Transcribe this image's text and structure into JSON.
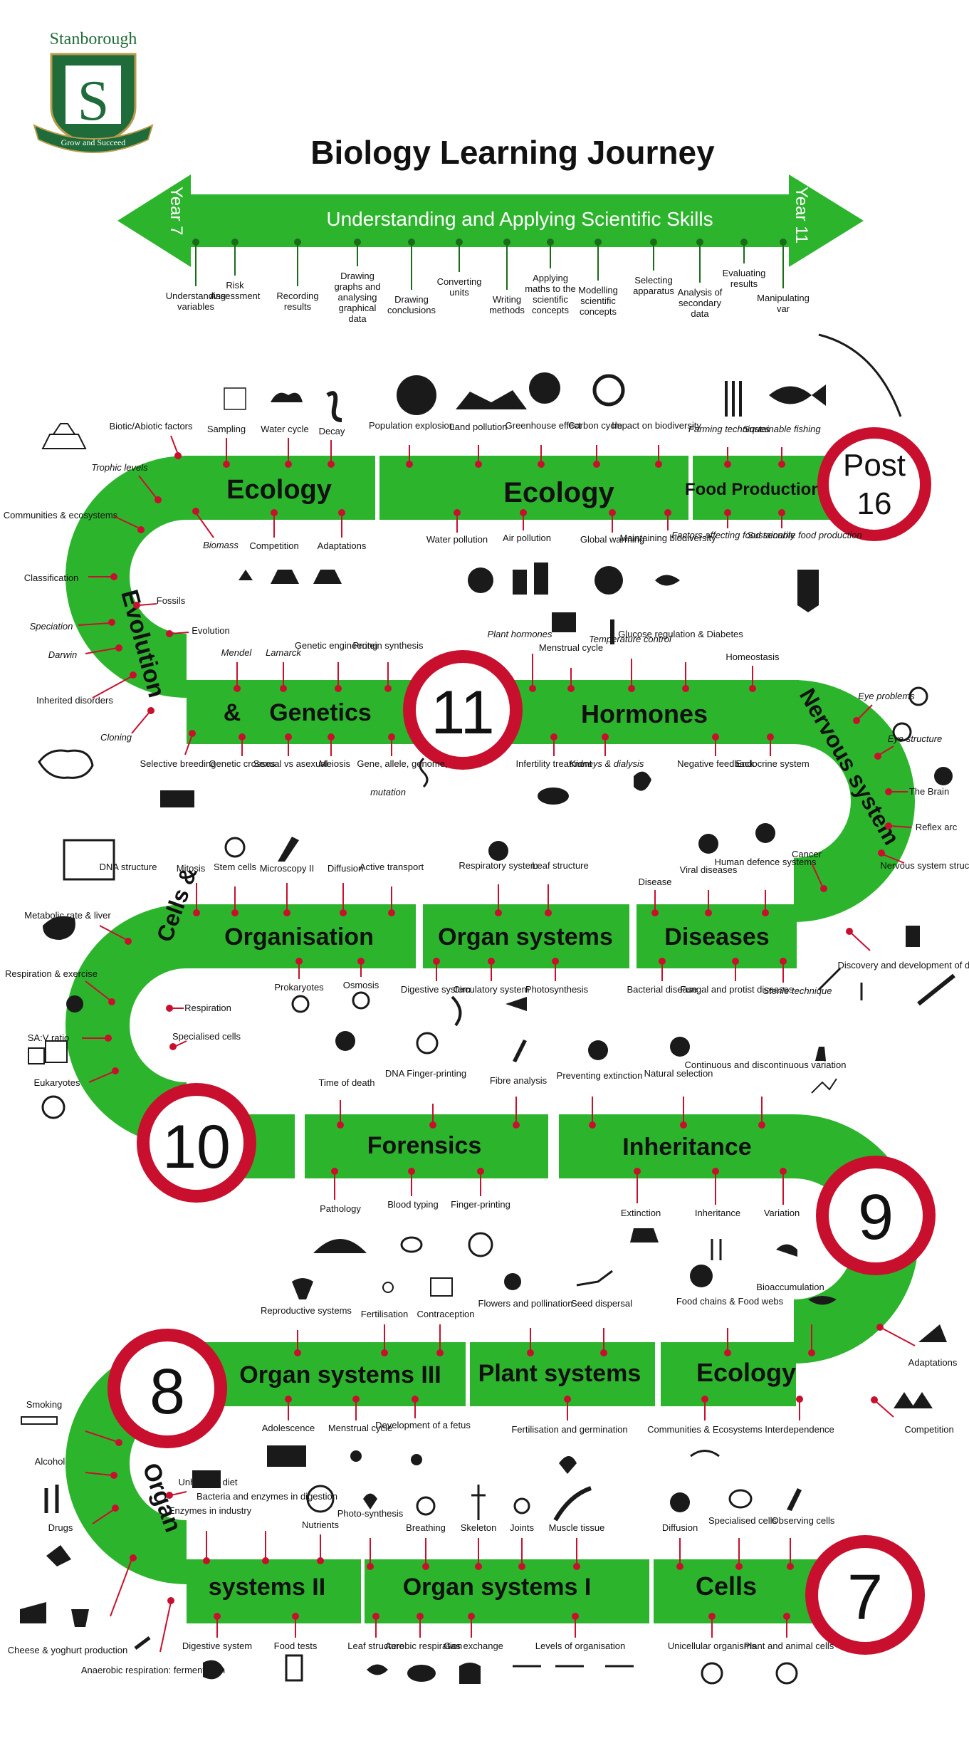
{
  "school": {
    "name": "Stanborough",
    "motto": "Grow and Succeed"
  },
  "title": "Biology Learning Journey",
  "skills_arrow": {
    "heading": "Understanding and Applying Scientific Skills",
    "left_year": "Year 7",
    "right_year": "Year 11",
    "skills": [
      "Understanding variables",
      "Risk Assessment",
      "Recording results",
      "Drawing graphs and analysing graphical data",
      "Drawing conclusions",
      "Converting units",
      "Writing methods",
      "Applying maths to the scientific concepts",
      "Modelling scientific concepts",
      "Selecting apparatus",
      "Analysis of secondary data",
      "Evaluating results",
      "Manipulating var"
    ]
  },
  "milestones": {
    "post16_line1": "Post",
    "post16_line2": "16",
    "y11": "11",
    "y10": "10",
    "y9": "9",
    "y8": "8",
    "y7": "7"
  },
  "bands": {
    "ecology_a": "Ecology",
    "ecology_b": "Ecology",
    "food_production": "Food Production",
    "evolution": "Evolution",
    "amp1": "&",
    "genetics": "Genetics",
    "hormones": "Hormones",
    "nervous_system": "Nervous system",
    "cells_and": "Cells &",
    "organisation": "Organisation",
    "organ_systems": "Organ systems",
    "diseases": "Diseases",
    "forensics": "Forensics",
    "inheritance": "Inheritance",
    "organ_systems_iii": "Organ systems III",
    "plant_systems": "Plant systems",
    "ecology_c": "Ecology",
    "organ": "Organ",
    "organ_systems_ii": "systems II",
    "organ_systems_i": "Organ systems I",
    "cells": "Cells"
  },
  "topics": {
    "row1_top": [
      "Biotic/Abiotic factors",
      "Sampling",
      "Water cycle",
      "Decay",
      "Population explosion",
      "Land pollution",
      "Greenhouse effect",
      "Carbon cycle",
      "Impact on biodiversity",
      "Farming techniques",
      "Sustainable fishing",
      "Trophic levels"
    ],
    "row1_bottom": [
      "Biomass",
      "Competition",
      "Adaptations",
      "Water pollution",
      "Air pollution",
      "Global warming",
      "Maintaining biodiversity",
      "Factors affecting food security",
      "Sustainable food production"
    ],
    "left1": [
      "Communities & ecosystems",
      "Classification",
      "Speciation",
      "Darwin",
      "Inherited disorders",
      "Cloning"
    ],
    "row2_top": [
      "Fossils",
      "Evolution",
      "Mendel",
      "Lamarck",
      "Genetic engineering",
      "Protein synthesis",
      "Plant hormones",
      "Menstrual cycle",
      "Temperature control",
      "Glucose regulation & Diabetes",
      "Homeostasis"
    ],
    "row2_bottom": [
      "Selective breeding",
      "Genetic crosses",
      "Sexual vs asexual",
      "Meiosis",
      "Gene, allele, genome,",
      "mutation",
      "Infertility treatment",
      "Kidneys & dialysis",
      "Negative feedback",
      "Endocrine system"
    ],
    "right1": [
      "Eye problems",
      "Eye structure",
      "The Brain",
      "Reflex arc",
      "Nervous system structure",
      "Discovery and development of drugs"
    ],
    "row3_top": [
      "DNA structure",
      "Mitosis",
      "Stem cells",
      "Microscopy II",
      "Diffusion",
      "Active transport",
      "Respiratory system",
      "Leaf structure",
      "Disease",
      "Viral diseases",
      "Human defence systems",
      "Cancer"
    ],
    "left2": [
      "Metabolic rate & liver",
      "Respiration & exercise",
      "SA:V ratio",
      "Eukaryotes"
    ],
    "row3_bottom": [
      "Prokaryotes",
      "Osmosis",
      "Respiration",
      "Specialised cells",
      "Digestive system",
      "Circulatory system",
      "Photosynthesis",
      "Bacterial disease",
      "Fungal and protist diseases",
      "Sterile technique"
    ],
    "row4_top": [
      "Time of death",
      "DNA Finger-printing",
      "Fibre analysis",
      "Preventing extinction",
      "Natural selection",
      "Continuous and discontinuous variation"
    ],
    "row4_bottom": [
      "Pathology",
      "Blood typing",
      "Finger-printing",
      "Extinction",
      "Inheritance",
      "Variation"
    ],
    "row5_top": [
      "Reproductive systems",
      "Fertilisation",
      "Contraception",
      "Flowers and pollination",
      "Seed dispersal",
      "Food chains & Food webs",
      "Bioaccumulation",
      "Adaptations",
      "Competition"
    ],
    "row5_bottom": [
      "Adolescence",
      "Menstrual cycle",
      "Development of a fetus",
      "Fertilisation and germination",
      "Communities & Ecosystems",
      "Interdependence"
    ],
    "left3": [
      "Smoking",
      "Alcohol",
      "Drugs",
      "Cheese & yoghurt production",
      "Anaerobic respiration: fermentation"
    ],
    "row6_top": [
      "Unhealthy diet",
      "Enzymes in industry",
      "Bacteria and enzymes in digestion",
      "Nutrients",
      "Photo-synthesis",
      "Breathing",
      "Skeleton",
      "Joints",
      "Muscle tissue",
      "Diffusion",
      "Specialised cells",
      "Observing cells"
    ],
    "row6_bottom": [
      "Digestive system",
      "Food tests",
      "Leaf structure",
      "Aerobic respiration",
      "Gas exchange",
      "Levels of organisation",
      "Unicellular organisms",
      "Plant and animal cells"
    ]
  },
  "colors": {
    "green": "#2db42d",
    "red": "#c8102e",
    "shield": "#1f6b3a",
    "gold": "#b89a4a"
  }
}
